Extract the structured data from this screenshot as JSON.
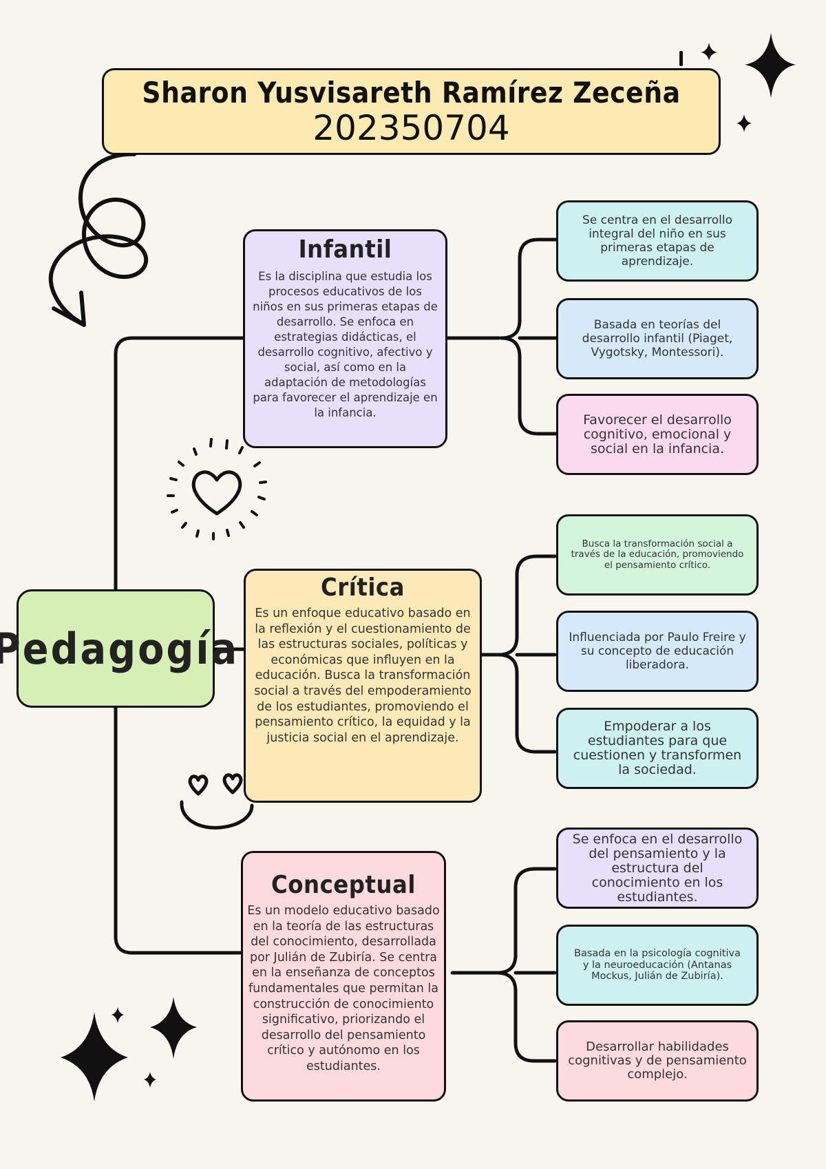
{
  "header": {
    "name": "Sharon Yusvisareth Ramírez Zeceña",
    "id": "202350704"
  },
  "root": {
    "label": "Pedagogía"
  },
  "branches": [
    {
      "title": "Infantil",
      "description": "Es la disciplina que estudia los procesos educativos de los niños en sus primeras etapas de desarrollo. Se enfoca en estrategias didácticas, el desarrollo cognitivo, afectivo y social, así como en la adaptación de metodologías para favorecer el aprendizaje en la infancia.",
      "color": "#e6e0fa",
      "leaves": [
        {
          "text": "Se centra en el desarrollo integral del niño en sus primeras etapas de aprendizaje.",
          "color": "#cdf0f0"
        },
        {
          "text": "Basada en teorías del desarrollo infantil (Piaget, Vygotsky, Montessori).",
          "color": "#d6e9fb"
        },
        {
          "text": "Favorecer el desarrollo cognitivo, emocional y social en la infancia.",
          "color": "#fbdaf0"
        }
      ]
    },
    {
      "title": "Crítica",
      "description": "Es un enfoque educativo basado en la reflexión y el cuestionamiento de las estructuras sociales, políticas y económicas que influyen en la educación. Busca la transformación social a través del empoderamiento de los estudiantes, promoviendo el pensamiento crítico, la equidad y la justicia social en el aprendizaje.",
      "color": "#fbe9b7",
      "leaves": [
        {
          "text": "Busca la transformación social a través de la educación, promoviendo el pensamiento crítico.",
          "color": "#d3f5dc"
        },
        {
          "text": "Influenciada por Paulo Freire y su concepto de educación liberadora.",
          "color": "#d6e9fb"
        },
        {
          "text": "Empoderar a los estudiantes para que cuestionen y transformen la sociedad.",
          "color": "#cdf0f0"
        }
      ]
    },
    {
      "title": "Conceptual",
      "description": "Es un modelo educativo basado en la teoría de las estructuras del conocimiento, desarrollada por Julián de Zubiría. Se centra en la enseñanza de conceptos fundamentales que permitan la construcción de conocimiento significativo, priorizando el desarrollo del pensamiento crítico y autónomo en los estudiantes.",
      "color": "#fcdade",
      "leaves": [
        {
          "text": "Se enfoca en el desarrollo del pensamiento y la estructura del conocimiento en los estudiantes.",
          "color": "#e6e0fa"
        },
        {
          "text": "Basada en la psicología cognitiva y la neuroeducación (Antanas Mockus, Julián de Zubiría).",
          "color": "#cdf0f0"
        },
        {
          "text": "Desarrollar habilidades cognitivas y de pensamiento complejo.",
          "color": "#fcdade"
        }
      ]
    }
  ],
  "colors": {
    "header": "#fcebb0",
    "root": "#d6efb4",
    "line": "#111111",
    "background": "#f8f4ee"
  }
}
